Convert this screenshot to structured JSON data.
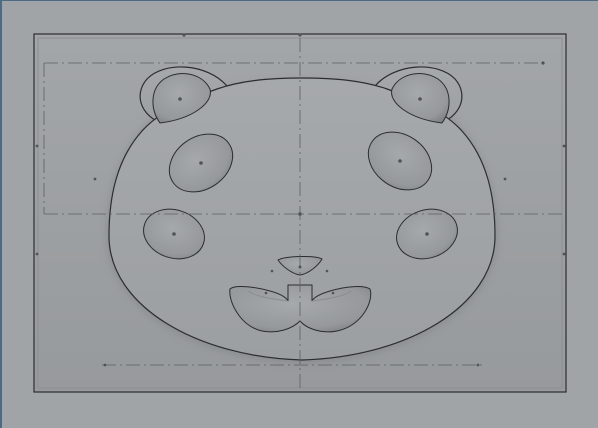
{
  "viewport": {
    "name": "3d-model-viewport",
    "background": "#a1a4a6",
    "plate_color": "#9a9d9f",
    "face_color": "#a4a7a9",
    "outline_color": "#2b2d2f",
    "centerline_color": "#5c6064"
  },
  "model": {
    "subject": "panda-face-relief",
    "features": [
      "outer-face",
      "left-ear",
      "right-ear",
      "left-eye",
      "right-eye",
      "left-cheek",
      "right-cheek",
      "nose",
      "mouth"
    ]
  }
}
